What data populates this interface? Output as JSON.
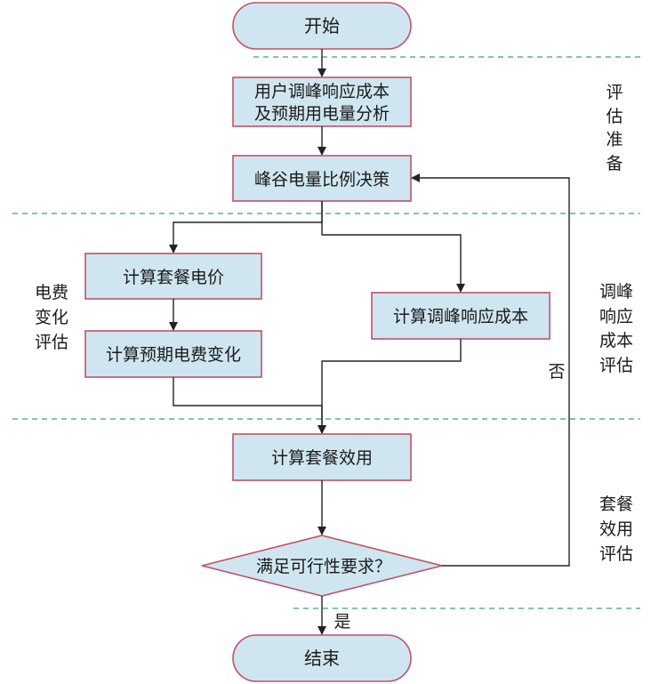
{
  "nodes": {
    "start": "开始",
    "prep_analysis_line1": "用户调峰响应成本",
    "prep_analysis_line2": "及预期用电量分析",
    "decision_ratio": "峰谷电量比例决策",
    "calc_package_price": "计算套餐电价",
    "calc_bill_change": "计算预期电费变化",
    "calc_response_cost": "计算调峰响应成本",
    "calc_utility": "计算套餐效用",
    "feasible_question": "满足可行性要求？",
    "end": "结束"
  },
  "edges": {
    "no_label": "否",
    "yes_label": "是"
  },
  "stages": {
    "prep": [
      "评",
      "估",
      "准",
      "备"
    ],
    "bill": [
      "电费",
      "变化",
      "评估"
    ],
    "peak": [
      "调峰",
      "响应",
      "成本",
      "评估"
    ],
    "package": [
      "套餐",
      "效用",
      "评估"
    ]
  },
  "colors": {
    "box_fill": "#cfe6f0",
    "box_border": "#c0506a",
    "separator": "#3aa56a",
    "arrow": "#222222"
  }
}
